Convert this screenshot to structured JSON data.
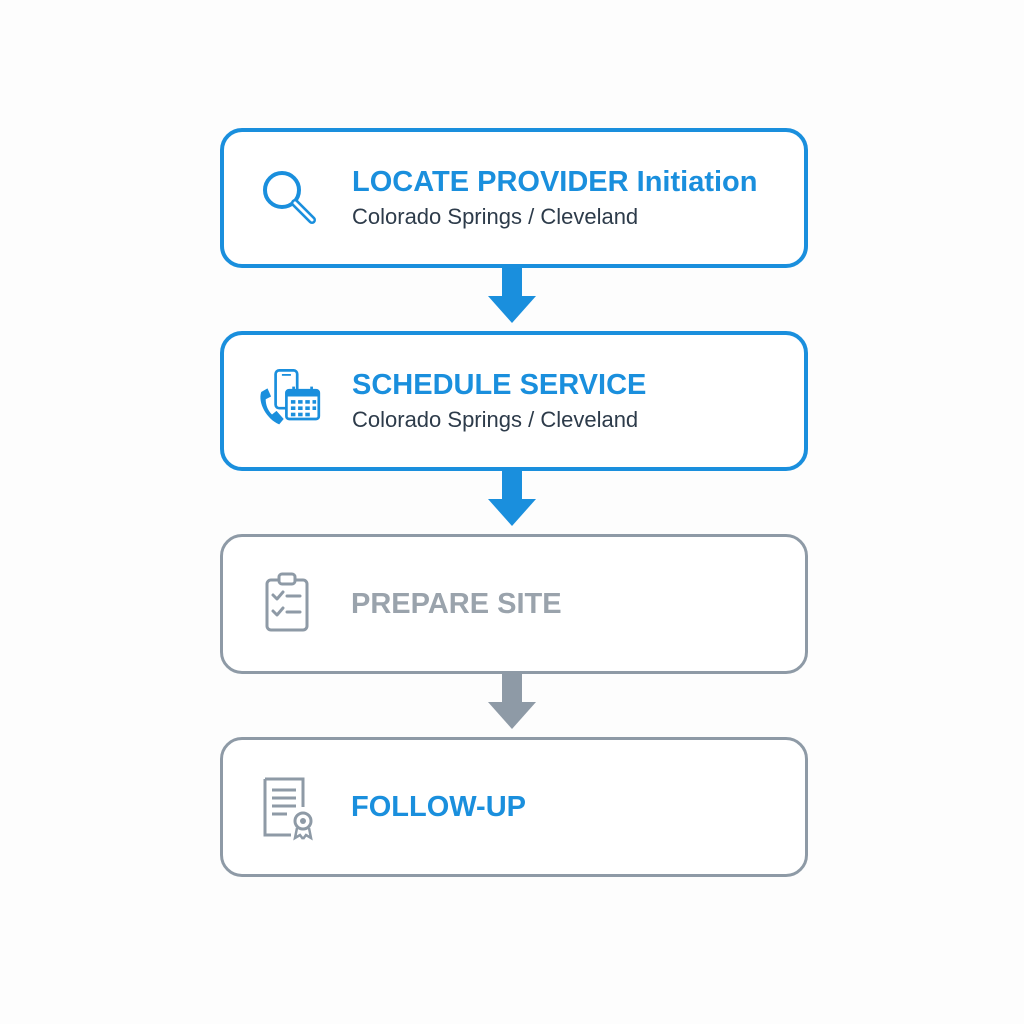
{
  "colors": {
    "active": "#1a8fdd",
    "muted": "#8e9aa6",
    "muted_text": "#9aa3ac",
    "subtitle": "#2d3b4a"
  },
  "steps": [
    {
      "title": "LOCATE PROVIDER Initiation",
      "subtitle": "Colorado Springs / Cleveland",
      "icon": "magnifier-icon",
      "state": "active"
    },
    {
      "title": "SCHEDULE SERVICE",
      "subtitle": "Colorado Springs / Cleveland",
      "icon": "phone-calendar-icon",
      "state": "active"
    },
    {
      "title": "PREPARE SITE",
      "icon": "clipboard-checklist-icon",
      "state": "muted"
    },
    {
      "title": "FOLLOW-UP",
      "icon": "certificate-document-icon",
      "state": "muted"
    }
  ],
  "connectors": [
    {
      "state": "active"
    },
    {
      "state": "active"
    },
    {
      "state": "muted"
    }
  ]
}
